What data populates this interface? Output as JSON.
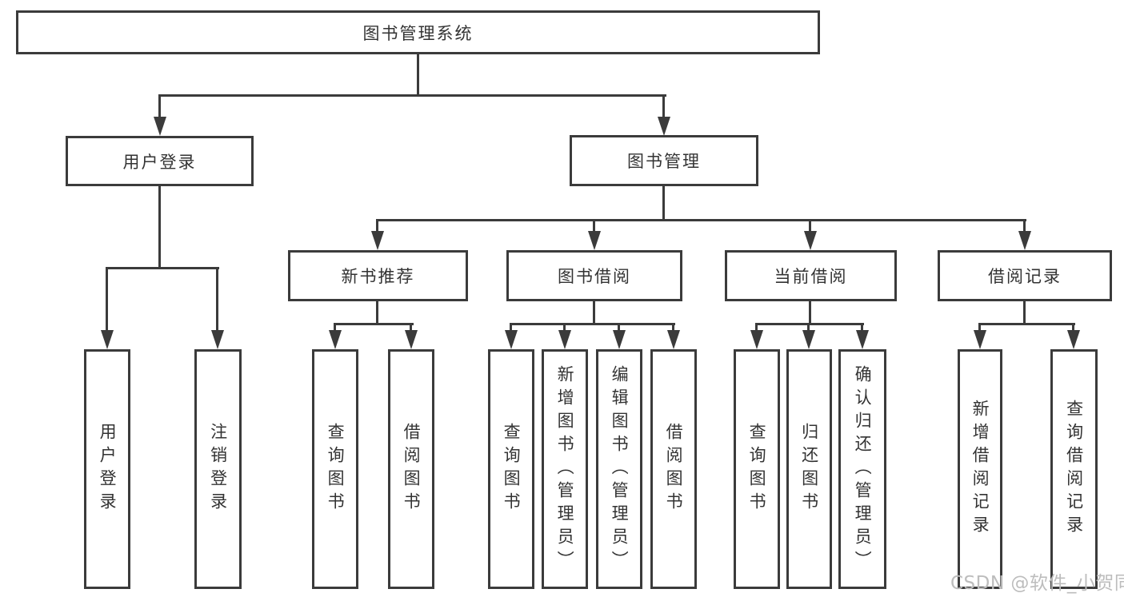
{
  "diagram": {
    "root": {
      "label": "图书管理系统"
    },
    "user_branch": {
      "label": "用户登录",
      "children": [
        {
          "label": "用户登录"
        },
        {
          "label": "注销登录"
        }
      ]
    },
    "mgmt_branch": {
      "label": "图书管理",
      "children": [
        {
          "label": "新书推荐",
          "children": [
            {
              "label": "查询图书"
            },
            {
              "label": "借阅图书"
            }
          ]
        },
        {
          "label": "图书借阅",
          "children": [
            {
              "label": "查询图书"
            },
            {
              "label": "新增图书（管理员）"
            },
            {
              "label": "编辑图书（管理员）"
            },
            {
              "label": "借阅图书"
            }
          ]
        },
        {
          "label": "当前借阅",
          "children": [
            {
              "label": "查询图书"
            },
            {
              "label": "归还图书"
            },
            {
              "label": "确认归还（管理员）"
            }
          ]
        },
        {
          "label": "借阅记录",
          "children": [
            {
              "label": "新增借阅记录"
            },
            {
              "label": "查询借阅记录"
            }
          ]
        }
      ]
    },
    "watermark": "CSDN @软件_小贺同学",
    "colors": {
      "line": "#3b3b3b",
      "text": "#333333",
      "watermark": "#bdbdbd",
      "background": "#ffffff"
    }
  }
}
